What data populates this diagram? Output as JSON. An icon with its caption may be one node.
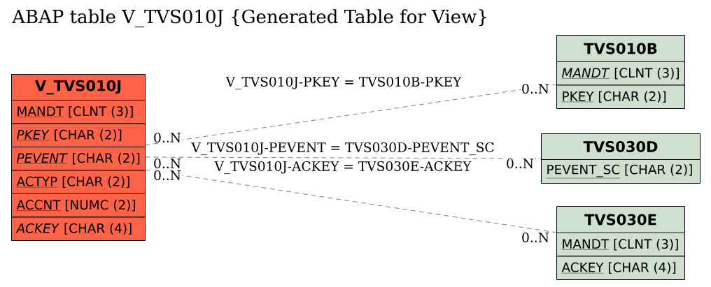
{
  "diagram": {
    "title": "ABAP table V_TVS010J {Generated Table for View}",
    "nodes": [
      {
        "text": [
          "V_TVS010J",
          "MANDT [CLNT (3)]",
          "*PKEY* [CHAR (2)]",
          "*PEVENT* [CHAR (2)]",
          "ACTYP [CHAR (2)]",
          "ACCNT [NUMC (2)]",
          "*ACKEY* [CHAR (4)]"
        ]
      },
      {
        "text": [
          "TVS010B",
          "*MANDT* [CLNT (3)]",
          "PKEY [CHAR (2)]"
        ]
      },
      {
        "text": [
          "TVS030D",
          "PEVENT_SC [CHAR (2)]"
        ]
      },
      {
        "text": [
          "TVS030E",
          "MANDT [CLNT (3)]",
          "ACKEY [CHAR (4)]"
        ]
      }
    ],
    "edges": [
      {
        "from": 0,
        "to": 1,
        "arrow": "none",
        "label": "V_TVS010J-PKEY = TVS010B-PKEY",
        "style": "dashed"
      },
      {
        "from": 0,
        "to": 2,
        "arrow": "none",
        "label": "V_TVS010J-PEVENT = TVS030D-PEVENT_SC",
        "style": "dashed"
      },
      {
        "from": 0,
        "to": 3,
        "arrow": "none",
        "label": "V_TVS010J-ACKEY = TVS030E-ACKEY",
        "style": "dashed"
      }
    ],
    "labels": [
      "0..N",
      "0..N",
      "0..N",
      "0..N",
      "0..N",
      "0..N"
    ]
  }
}
